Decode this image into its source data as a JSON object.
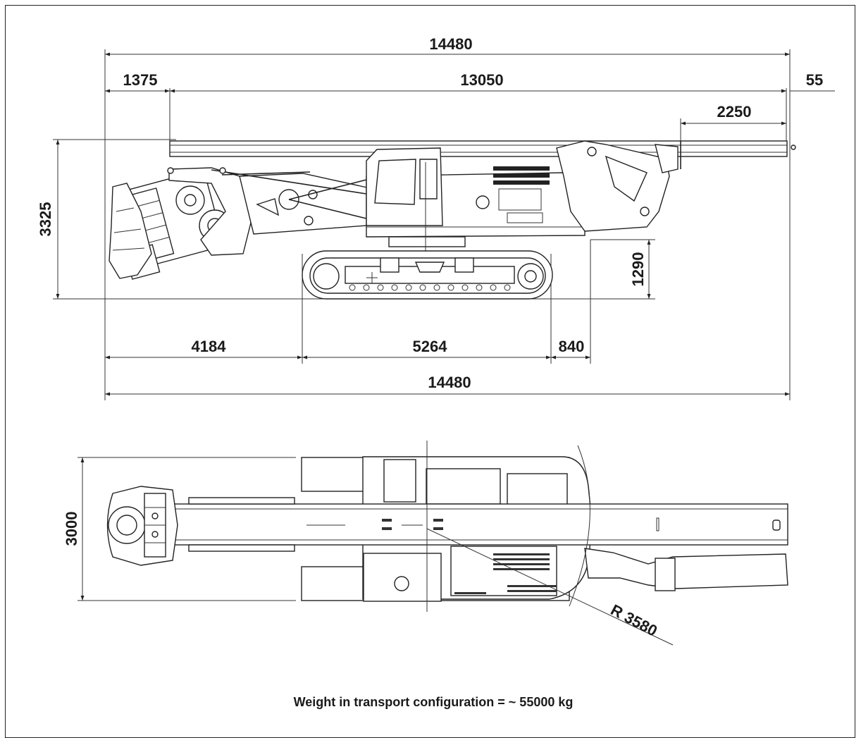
{
  "side_view": {
    "dim_overall_top": "14480",
    "dim_rear": "1375",
    "dim_mast": "13050",
    "dim_tip": "55",
    "dim_mast_top": "2250",
    "dim_height": "3325",
    "dim_clearance": "1290",
    "dim_front": "4184",
    "dim_track": "5264",
    "dim_track_rear": "840",
    "dim_overall_bottom": "14480"
  },
  "top_view": {
    "dim_width": "3000",
    "dim_radius": "R 3580"
  },
  "caption": "Weight in transport configuration = ~ 55000 kg"
}
